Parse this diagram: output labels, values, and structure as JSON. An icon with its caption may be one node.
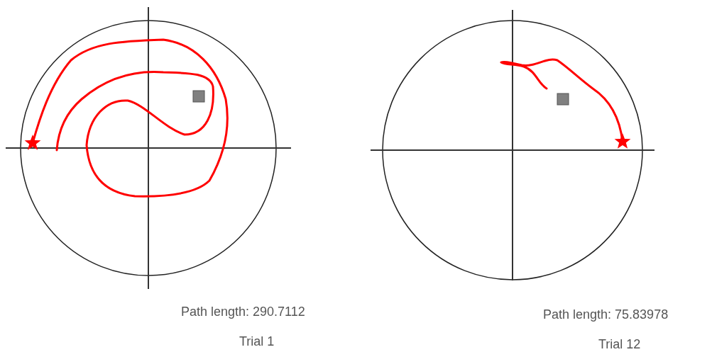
{
  "diagram": {
    "labels": [
      "Path length: 290.7112",
      "Trial 1",
      "Path length: 75.83978",
      "Trial 12"
    ]
  }
}
